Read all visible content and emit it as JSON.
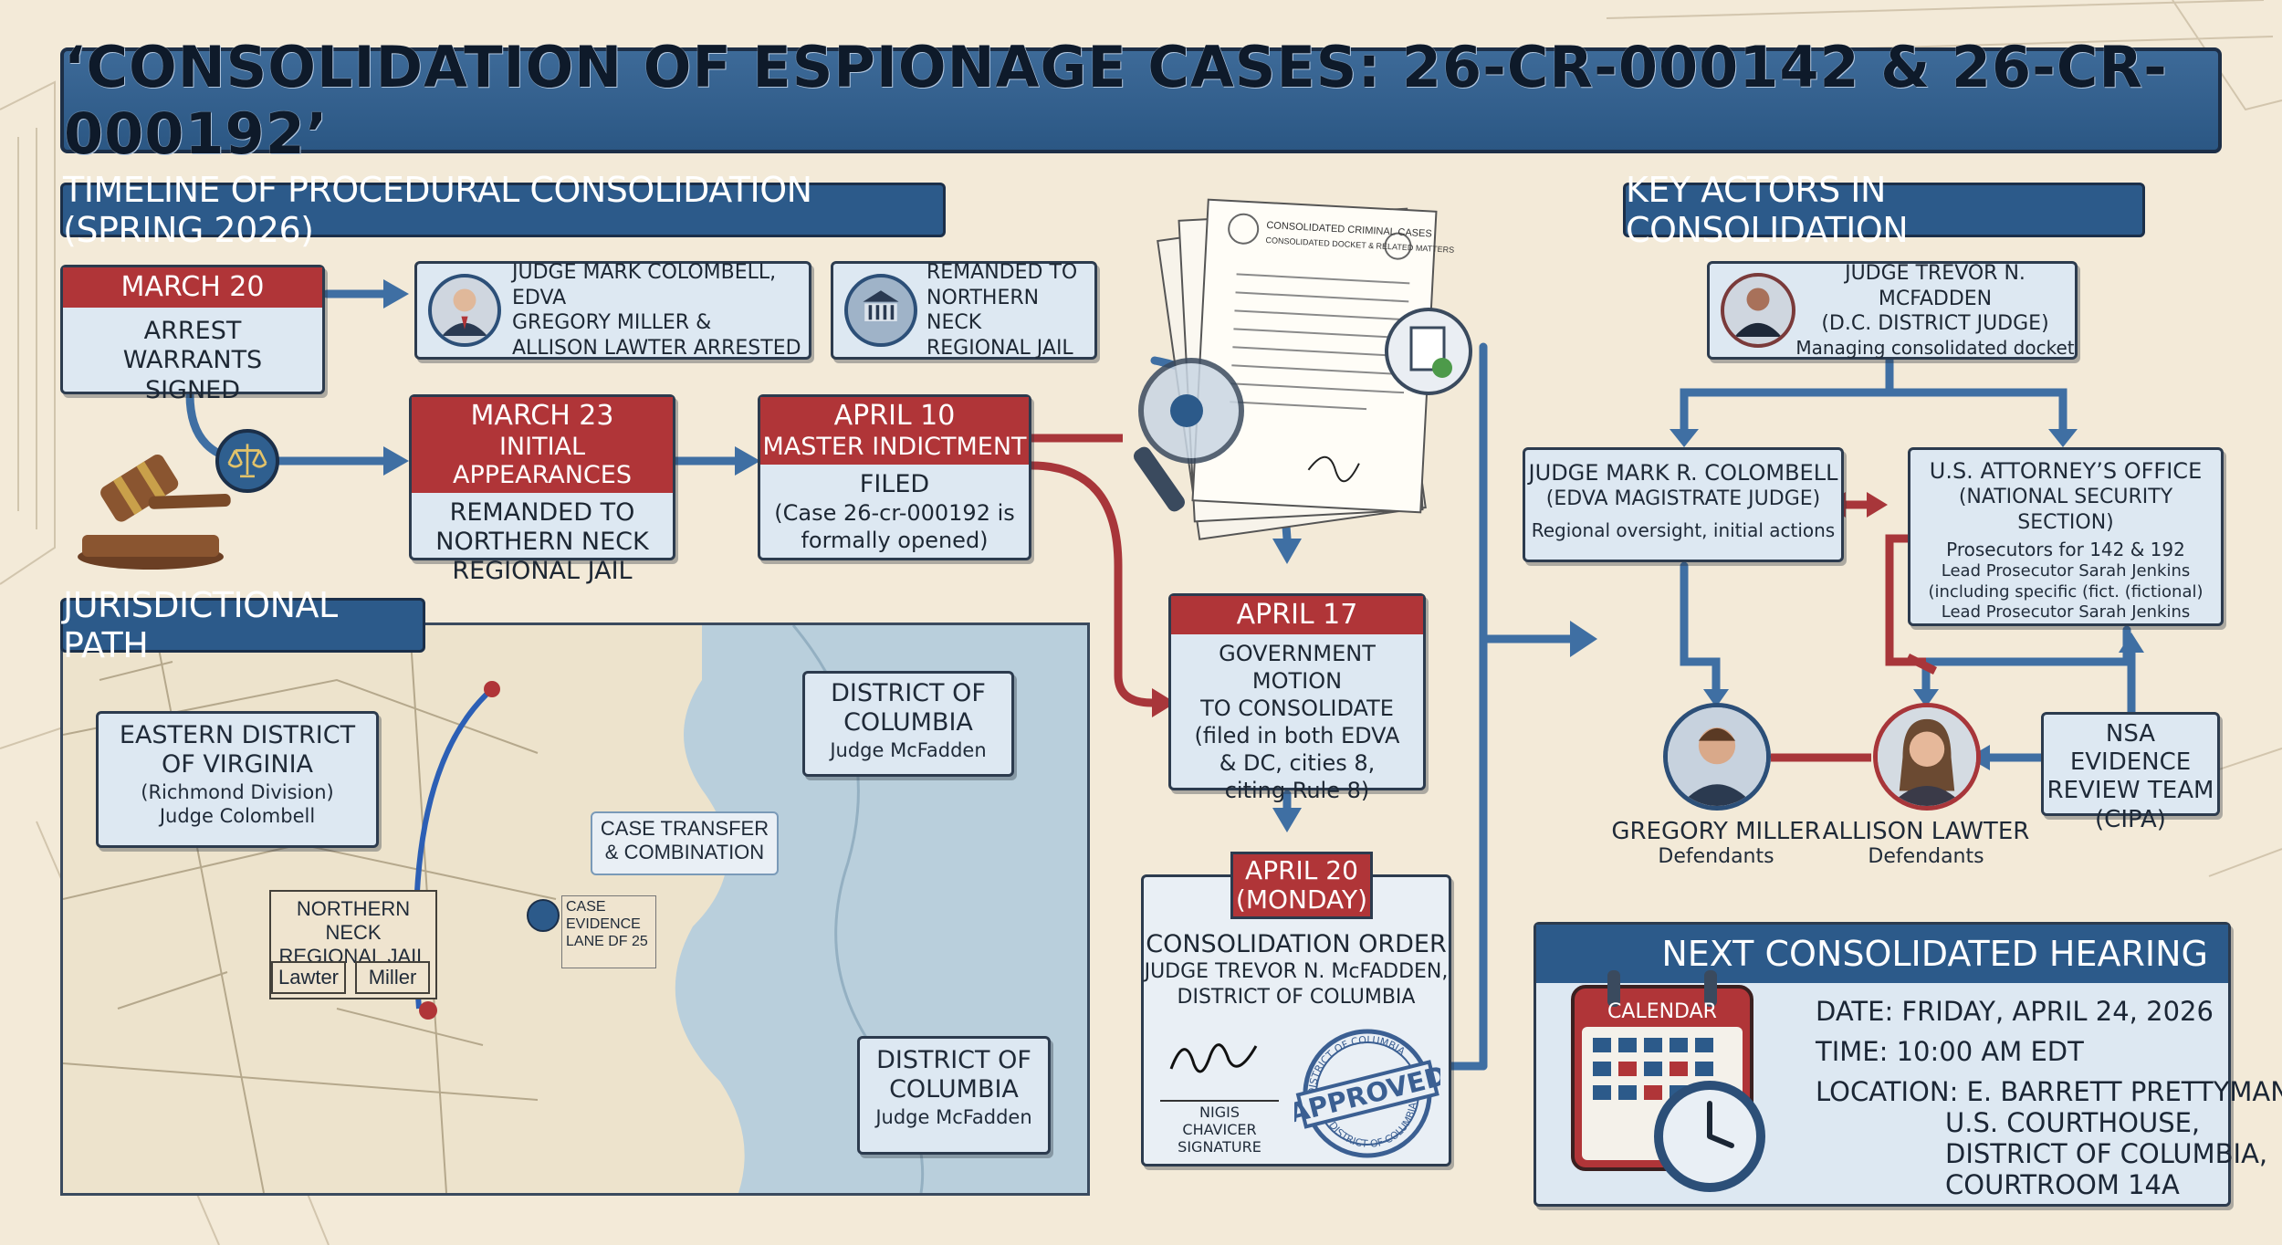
{
  "title": "‘CONSOLIDATION OF ESPIONAGE CASES: 26-CR-000142 & 26-CR-000192’",
  "timeline": {
    "heading": "TIMELINE OF PROCEDURAL CONSOLIDATION (SPRING 2026)",
    "march20": {
      "date": "MARCH 20",
      "text": "ARREST WARRANTS SIGNED"
    },
    "arrest_note": {
      "line1": "JUDGE MARK COLOMBELL, EDVA",
      "line2": "GREGORY MILLER &",
      "line3": "ALLISON LAWTER ARRESTED"
    },
    "remand_note": {
      "line1": "REMANDED TO",
      "line2": "NORTHERN NECK",
      "line3": "REGIONAL JAIL"
    },
    "march23": {
      "date": "MARCH 23",
      "subtitle": "INITIAL APPEARANCES",
      "line1": "REMANDED TO",
      "line2": "NORTHERN NECK",
      "line3": "REGIONAL JAIL"
    },
    "april10": {
      "date": "APRIL 10",
      "subtitle": "MASTER INDICTMENT",
      "line1": "FILED",
      "line2": "(Case 26-cr-000192 is",
      "line3": "formally opened)"
    },
    "april17": {
      "date": "APRIL 17",
      "line1": "GOVERNMENT MOTION",
      "line2": "TO CONSOLIDATE",
      "line3": "(filed in both EDVA",
      "line4": "& DC, cities 8,",
      "line5": "citing Rule 8)"
    },
    "april20": {
      "date": "APRIL 20",
      "day": "(MONDAY)",
      "line1": "CONSOLIDATION ORDER",
      "line2": "JUDGE TREVOR N. McFADDEN,",
      "line3": "DISTRICT OF COLUMBIA",
      "sig_line1": "NIGIS CHAVICER",
      "sig_line2": "SIGNATURE",
      "stamp": "APPROVED",
      "stamp_ring_top": "DISTRICT OF COLUMBIA",
      "stamp_ring_bottom": "DISTRICT OF COLUMBIA"
    },
    "document": {
      "heading1": "CONSOLIDATED CRIMINAL CASES",
      "heading2": "CONSOLIDATED DOCKET & RELATED MATTERS"
    }
  },
  "jurisdiction": {
    "heading": "JURISDICTIONAL PATH",
    "edva": {
      "line1": "EASTERN DISTRICT",
      "line2": "OF VIRGINIA",
      "line3": "(Richmond Division)",
      "line4": "Judge Colombell"
    },
    "dc_top": {
      "line1": "DISTRICT OF",
      "line2": "COLUMBIA",
      "line3": "Judge McFadden"
    },
    "dc_bottom": {
      "line1": "DISTRICT OF",
      "line2": "COLUMBIA",
      "line3": "Judge McFadden"
    },
    "transfer": {
      "line1": "CASE TRANSFER",
      "line2": "& COMBINATION"
    },
    "jail": {
      "line1": "NORTHERN NECK",
      "line2": "REGIONAL JAIL",
      "tag1": "Lawter",
      "tag2": "Miller"
    },
    "evidence": {
      "line1": "CASE",
      "line2": "EVIDENCE",
      "line3": "LANE DF 25"
    }
  },
  "actors": {
    "heading": "KEY ACTORS IN CONSOLIDATION",
    "mcfadden": {
      "name": "JUDGE TREVOR N. MCFADDEN",
      "role": "(D.C. DISTRICT JUDGE)",
      "desc": "Managing consolidated docket"
    },
    "colombell": {
      "name": "JUDGE MARK R. COLOMBELL",
      "role": "(EDVA MAGISTRATE JUDGE)",
      "desc": "Regional oversight, initial actions"
    },
    "usao": {
      "name": "U.S. ATTORNEY’S OFFICE",
      "role": "(NATIONAL SECURITY SECTION)",
      "line1": "Prosecutors for 142 & 192",
      "line2": "Lead Prosecutor Sarah Jenkins",
      "line3": "(including specific (fict. (fictional)",
      "line4": "Lead Prosecutor Sarah Jenkins"
    },
    "miller": {
      "name": "GREGORY MILLER",
      "role": "Defendants"
    },
    "lawter": {
      "name": "ALLISON LAWTER",
      "role": "Defendants"
    },
    "nsa": {
      "line1": "NSA EVIDENCE",
      "line2": "REVIEW TEAM",
      "line3": "(CIPA)"
    }
  },
  "hearing": {
    "heading": "NEXT CONSOLIDATED HEARING",
    "calendar_label": "CALENDAR",
    "date": "DATE: FRIDAY, APRIL 24, 2026",
    "time": "TIME: 10:00 AM EDT",
    "location1": "LOCATION: E. BARRETT PRETTYMAN",
    "location2": "U.S. COURTHOUSE,",
    "location3": "DISTRICT OF COLUMBIA,",
    "location4": "COURTROOM 14A"
  },
  "colors": {
    "navy": "#2c5a8a",
    "red": "#b03538",
    "card": "#dde8f2",
    "paper": "#f3ead8"
  }
}
